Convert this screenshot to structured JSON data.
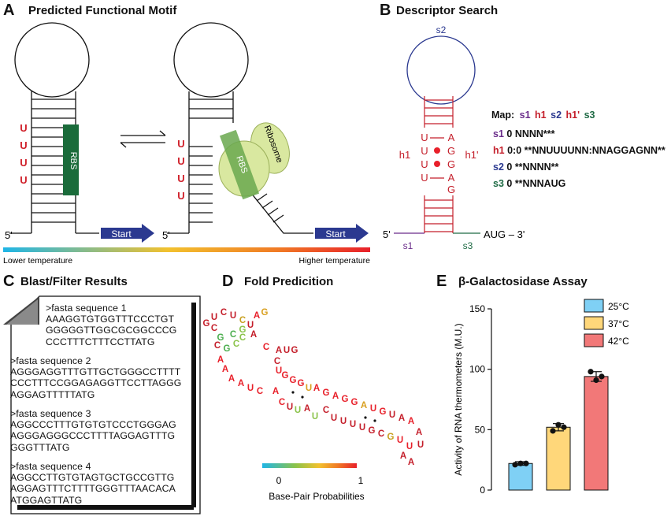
{
  "panelA": {
    "letter": "A",
    "title": "Predicted Functional Motif",
    "left": {
      "u_bases": [
        "U",
        "U",
        "U",
        "U"
      ],
      "rbs": "RBS",
      "five_prime": "5'",
      "start": "Start"
    },
    "right": {
      "u_bases": [
        "U",
        "U",
        "U",
        "U"
      ],
      "rbs": "RBS",
      "ribosome": "Ribosome",
      "five_prime": "5'",
      "start": "Start"
    },
    "equilibrium_symbol": "⇌",
    "gradient_low": "Lower temperature",
    "gradient_high": "Higher temperature",
    "colors": {
      "rbs": "#1a6b3a",
      "ribosome": "#d9e8a0",
      "u_red": "#d0202a",
      "start_arrow": "#2b3990"
    }
  },
  "panelB": {
    "letter": "B",
    "title": "Descriptor Search",
    "loop_label": "s2",
    "h1": "h1",
    "h1_prime": "h1'",
    "left_bases": [
      "U",
      "U",
      "U",
      "U"
    ],
    "right_bases": [
      "A",
      "G",
      "G",
      "A",
      "G"
    ],
    "five_prime": "5'",
    "three_prime": "AUG – 3'",
    "s1": "s1",
    "s3": "s3",
    "map_label": "Map:",
    "map_items": [
      "s1",
      "h1",
      "s2",
      "h1'",
      "s3"
    ],
    "descriptors": [
      {
        "key": "s1",
        "value": "0 NNNN***"
      },
      {
        "key": "h1",
        "value": "0:0 **NNUUUUNN:NNAGGAGNN**"
      },
      {
        "key": "s2",
        "value": "0 **NNNN**"
      },
      {
        "key": "s3",
        "value": "0 **NNNAUG"
      }
    ],
    "colors": {
      "s1": "#6a2c8a",
      "h1": "#c41e2a",
      "s2": "#2b3990",
      "s3": "#1f6b45"
    }
  },
  "panelC": {
    "letter": "C",
    "title": "Blast/Filter Results",
    "entries": [
      {
        "header": ">fasta sequence 1",
        "lines": [
          "AAAGGTGTGGTTTCCCTGT",
          "GGGGGTTGGCGCGGCCCG",
          "CCCTTTCTTTCCTTATG"
        ]
      },
      {
        "header": ">fasta sequence 2",
        "lines": [
          "AGGGAGGTTTGTTGCTGGGCCTTTT",
          "CCCTTTCCGGAGAGGTTCCTTAGGG",
          "AGGAGTTTTTATG"
        ]
      },
      {
        "header": ">fasta sequence 3",
        "lines": [
          "AGGCCCTTTGTGTGTCCCTGGGAG",
          "AGGGAGGGCCCTTTTAGGAGTTTG",
          "GGGTTTATG"
        ]
      },
      {
        "header": ">fasta sequence 4",
        "lines": [
          "AGGCCTTGTGTAGTGCTGCCGTTG",
          "AGGAGTTTCTTTTGGGTTTAACACA",
          "ATGGAGTTATG"
        ]
      }
    ]
  },
  "panelD": {
    "letter": "D",
    "title": "Fold Predicition",
    "colorbar_min": "0",
    "colorbar_max": "1",
    "colorbar_label": "Base-Pair Probabilities"
  },
  "panelE": {
    "letter": "E",
    "title": "β-Galactosidase Assay",
    "chart_data": {
      "type": "bar",
      "categories": [
        "25°C",
        "37°C",
        "42°C"
      ],
      "values": [
        22,
        52,
        94
      ],
      "errors": [
        1.5,
        3,
        4
      ],
      "points": [
        [
          21,
          22,
          22
        ],
        [
          49,
          54,
          52
        ],
        [
          98,
          91,
          94
        ]
      ],
      "colors": [
        "#7fd0f5",
        "#ffd77a",
        "#f27878"
      ],
      "ylabel": "Activity of RNA thermometers (M.U.)",
      "ylim": [
        0,
        150
      ],
      "yticks": [
        0,
        50,
        100,
        150
      ],
      "legend": [
        "25°C",
        "37°C",
        "42°C"
      ],
      "legend_position": "top-right",
      "grid": false
    }
  }
}
